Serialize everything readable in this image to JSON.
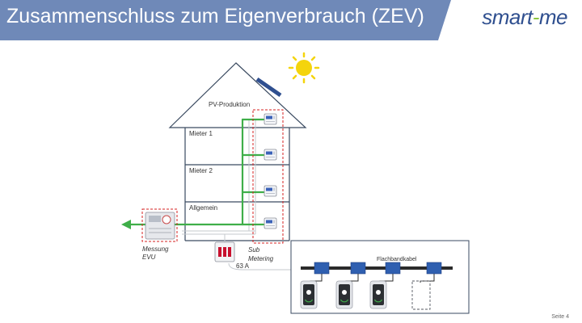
{
  "header": {
    "title": "Zusammenschluss zum Eigenverbrauch (ZEV)",
    "brand_part1": "smart",
    "brand_part2": "-",
    "brand_part3": "me"
  },
  "diagram": {
    "roof_label": "PV-Produktion",
    "floors": [
      "Mieter 1",
      "Mieter 2",
      "Allgemein"
    ],
    "meter_label_line1": "Messung",
    "meter_label_line2": "EVU",
    "submeter_label_line1": "Sub",
    "submeter_label_line2": "Metering",
    "fuse_label": "63 A",
    "cable_label": "Flachbandkabel"
  },
  "footer": {
    "page": "Seite 4"
  },
  "colors": {
    "title_band": "#6f89b8",
    "brand_blue": "#2f4f8f",
    "brand_green": "#8cc63f",
    "energy_line": "#3fae49",
    "dashed_box": "#d62020",
    "sun": "#f4d40c",
    "connector": "#2f5fb0"
  }
}
